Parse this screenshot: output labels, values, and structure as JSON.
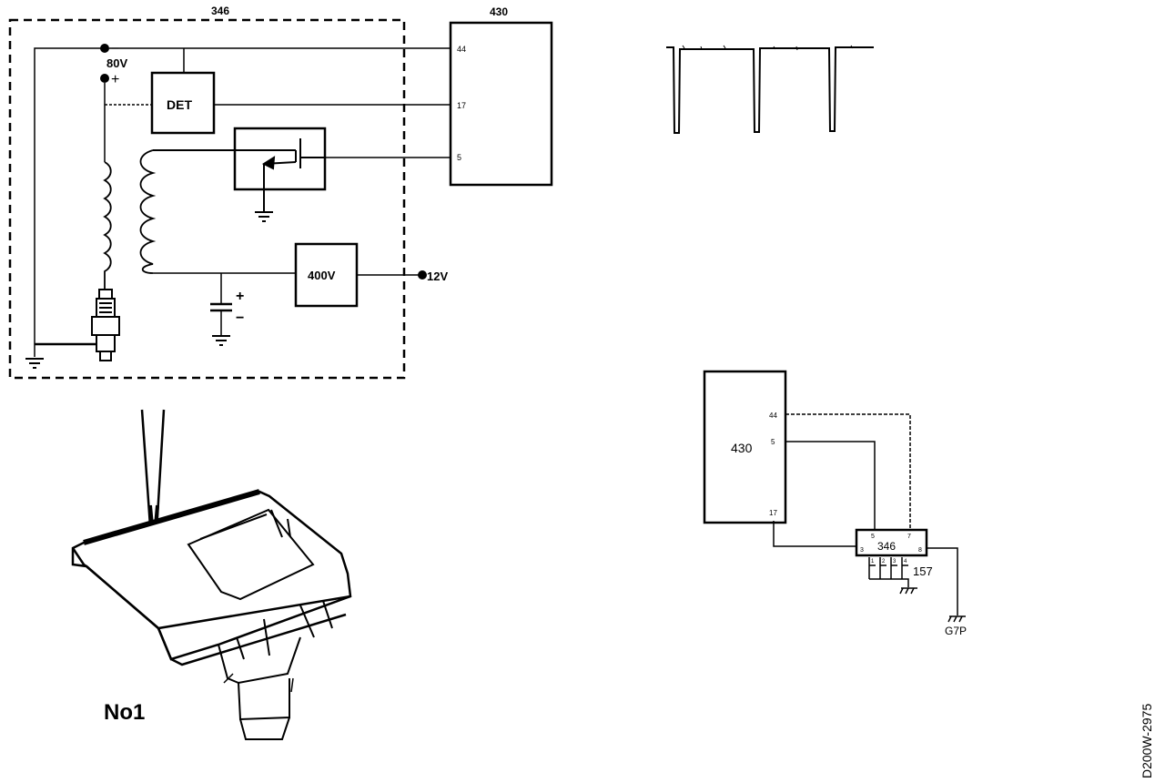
{
  "ignition_circuit": {
    "module_label": "346",
    "ecu_label": "430",
    "supply_label": "80V",
    "plus_sign": "+",
    "minus_sign": "−",
    "det_label": "DET",
    "converter_label": "400V",
    "input_voltage_label": "12V",
    "capacitor_plus": "+",
    "capacitor_minus": "−",
    "pins": [
      "44",
      "17",
      "5"
    ]
  },
  "waveform": {
    "pulse_count": 3
  },
  "wiring_diagram": {
    "ecu_label": "430",
    "module_label": "346",
    "connector_label": "157",
    "ground_label": "G7P",
    "ecu_pins": [
      "44",
      "5",
      "17"
    ],
    "module_pins": [
      "5",
      "7",
      "3",
      "8"
    ],
    "module_terminal_labels": [
      "1",
      "2",
      "3",
      "4"
    ]
  },
  "figure": {
    "caption": "No1",
    "reference_code": "D200W-2975"
  }
}
